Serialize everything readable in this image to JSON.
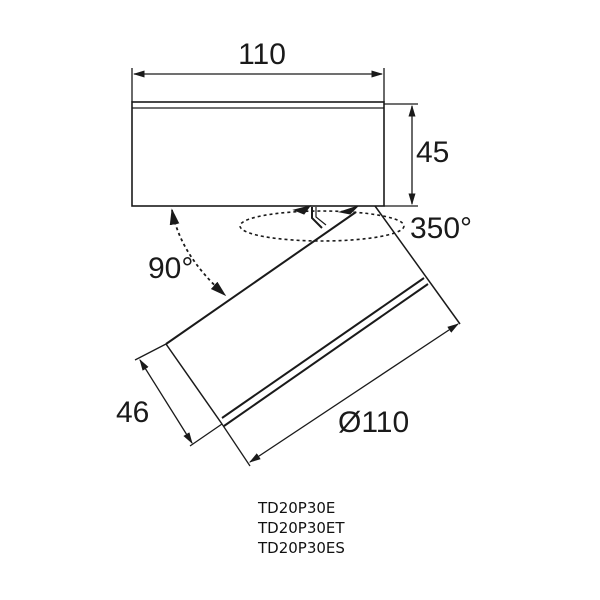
{
  "diagram": {
    "type": "technical-dimension-drawing",
    "subject": "rotatable surface-mounted cylindrical spotlight",
    "line_color": "#1a1a1a",
    "background": "#ffffff",
    "dimensions": {
      "base_width": "110",
      "base_height": "45",
      "rotation_horizontal": "350°",
      "tilt_angle": "90°",
      "cylinder_length": "46",
      "cylinder_diameter": "Ø110"
    },
    "models": [
      "TD20P30E",
      "TD20P30ET",
      "TD20P30ES"
    ]
  }
}
